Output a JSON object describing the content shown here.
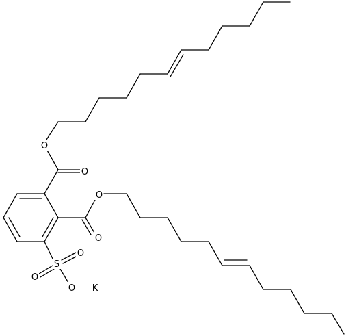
{
  "labels": {
    "ester_o_top": "O",
    "carbonyl_o_top": "O",
    "ester_o_bottom": "O",
    "carbonyl_o_bottom": "O",
    "sulfur": "S",
    "sulfonyl_o_right": "O",
    "sulfonyl_o_left": "O",
    "sulfonate_o": "O",
    "potassium": "K"
  }
}
